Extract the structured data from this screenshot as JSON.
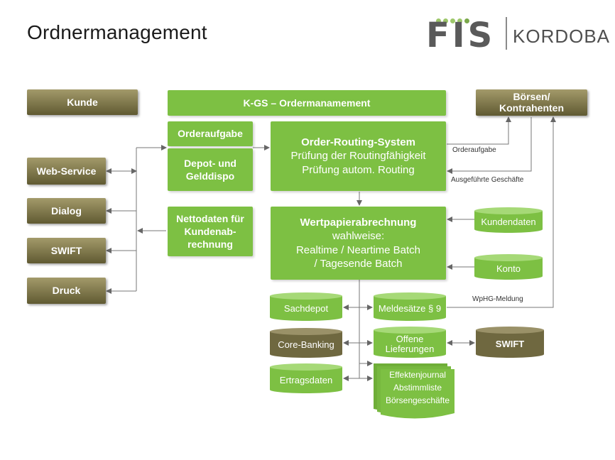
{
  "title": "Ordnermanagement",
  "logo": {
    "fis": "FIS",
    "kordoba": "KORDOBA",
    "dot_colors": [
      "#9dc76a",
      "#9dc76a",
      "#9dc76a",
      "#9dc76a",
      "#7aa84a"
    ]
  },
  "colors": {
    "green": "#7dc043",
    "brown_light": "#a39a6a",
    "brown_dark": "#605a32"
  },
  "left": {
    "kunde": "Kunde",
    "web_service": "Web-Service",
    "dialog": "Dialog",
    "swift": "SWIFT",
    "druck": "Druck"
  },
  "header": {
    "kgs": "K-GS – Ordermanamement",
    "boersen": [
      "Börsen/",
      "Kontrahenten"
    ]
  },
  "middle": {
    "orderaufgabe": "Orderaufgabe",
    "depot": [
      "Depot- und",
      "Gelddispo"
    ],
    "nettodaten": [
      "Nettodaten für",
      "Kundenab-",
      "rechnung"
    ]
  },
  "routing": {
    "title": "Order-Routing-System",
    "line1": "Prüfung der Routingfähigkeit",
    "line2": "Prüfung autom. Routing"
  },
  "wpa": {
    "title": "Wertpapierabrechnung",
    "line1": "wahlweise:",
    "line2": "Realtime / Neartime Batch",
    "line3": "/ Tagesende Batch"
  },
  "stores": {
    "kundendaten": "Kundendaten",
    "konto": "Konto",
    "sachdepot": "Sachdepot",
    "meldesaetze": "Meldesätze § 9",
    "core_banking": "Core-Banking",
    "offene": [
      "Offene",
      "Lieferungen"
    ],
    "swift": "SWIFT",
    "ertragsdaten": "Ertragsdaten"
  },
  "reports": [
    "Effektenjournal",
    "Abstimmliste",
    "Börsengeschäfte"
  ],
  "annotations": {
    "orderaufgabe": "Orderaufgabe",
    "ausgefuehrt": "Ausgeführte Geschäfte",
    "wphg": "WpHG-Meldung"
  }
}
